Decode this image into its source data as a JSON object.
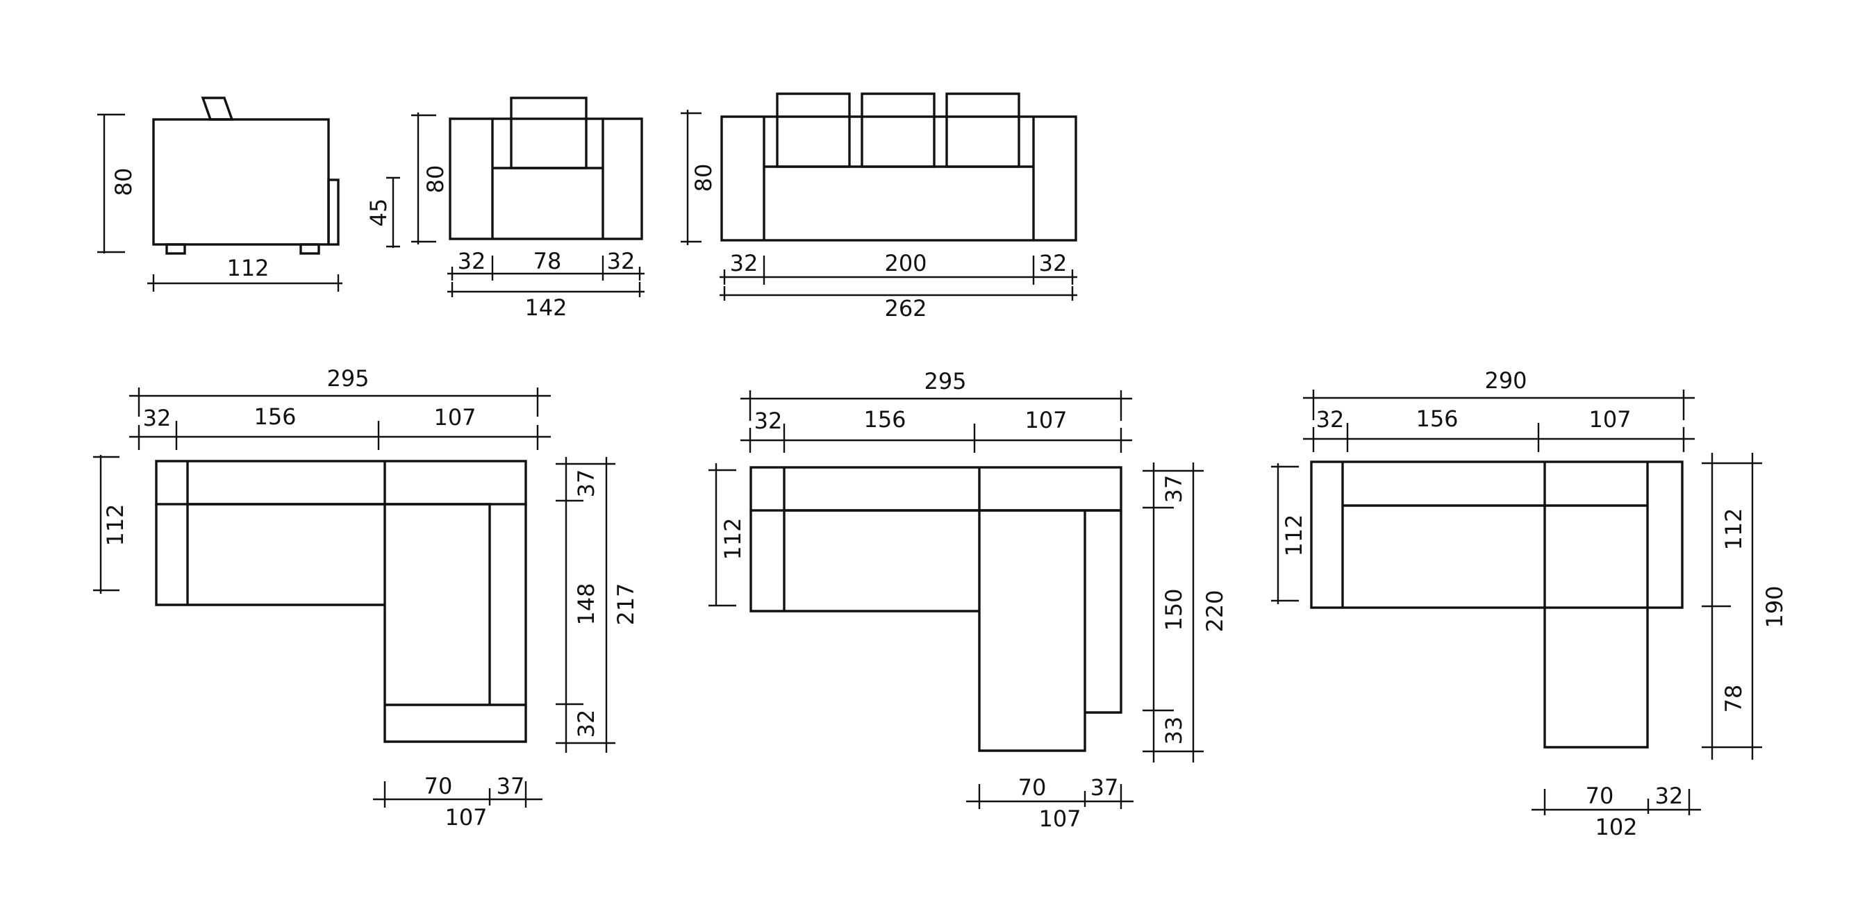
{
  "colors": {
    "background": "#ffffff",
    "line": "#111111"
  },
  "views": {
    "side": {
      "height": "80",
      "depth": "112"
    },
    "armchair": {
      "seat_height": "45",
      "height": "80",
      "arm_left": "32",
      "seat_width": "78",
      "arm_right": "32",
      "total_width": "142"
    },
    "sofa": {
      "height": "80",
      "arm_left": "32",
      "seat_width": "200",
      "arm_right": "32",
      "total_width": "262"
    },
    "corner_a": {
      "total": "295",
      "arm": "32",
      "middle": "156",
      "corner": "107",
      "depth": "112",
      "back": "37",
      "run": "148",
      "end": "32",
      "total_depth": "217",
      "bottom_seat": "70",
      "bottom_arm": "37",
      "bottom_total": "107"
    },
    "corner_b": {
      "total": "295",
      "arm": "32",
      "middle": "156",
      "corner": "107",
      "depth": "112",
      "back": "37",
      "run": "150",
      "end": "33",
      "total_depth": "220",
      "bottom_seat": "70",
      "bottom_arm": "37",
      "bottom_total": "107"
    },
    "corner_c": {
      "total": "290",
      "arm": "32",
      "middle": "156",
      "corner": "107",
      "depth": "112",
      "depth2": "112",
      "extension": "78",
      "total_depth": "190",
      "bottom_seat": "70",
      "bottom_arm": "32",
      "bottom_total": "102"
    }
  }
}
